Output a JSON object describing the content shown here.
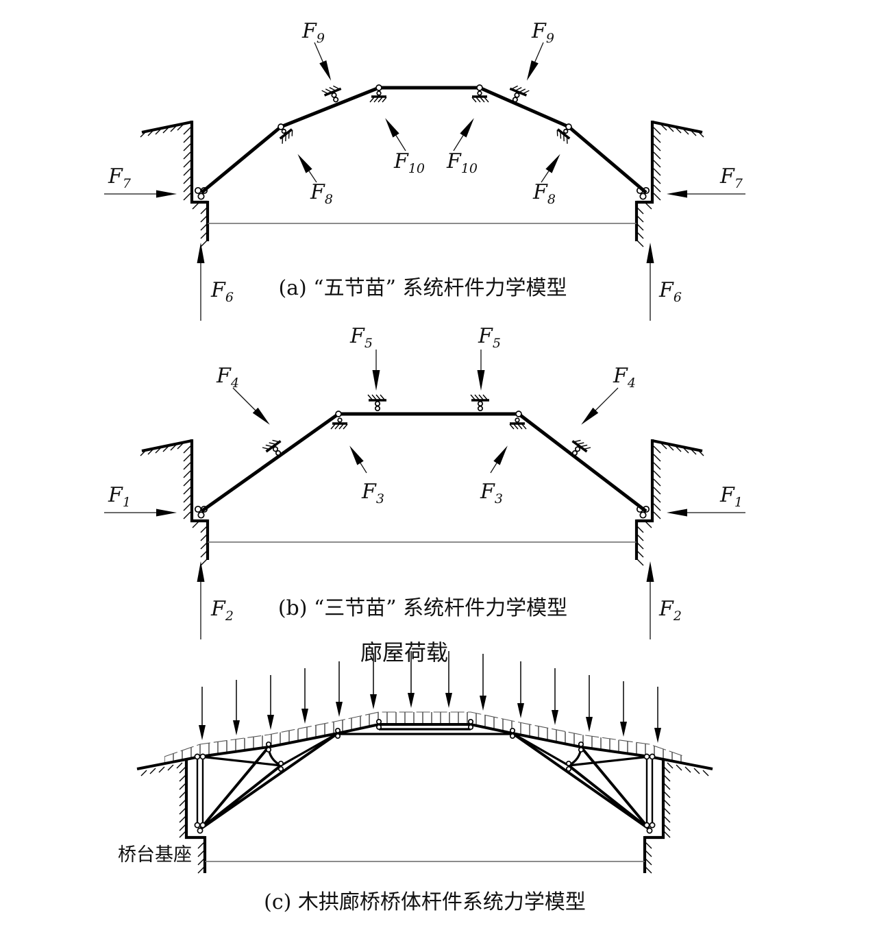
{
  "panel_a": {
    "caption": "(a) “五节苗” 系统杆件力学模型",
    "forces": {
      "F6": {
        "base": "F",
        "sub": "6"
      },
      "F7": {
        "base": "F",
        "sub": "7"
      },
      "F8": {
        "base": "F",
        "sub": "8"
      },
      "F9": {
        "base": "F",
        "sub": "9"
      },
      "F10": {
        "base": "F",
        "sub": "10"
      }
    }
  },
  "panel_b": {
    "caption": "(b) “三节苗” 系统杆件力学模型",
    "forces": {
      "F1": {
        "base": "F",
        "sub": "1"
      },
      "F2": {
        "base": "F",
        "sub": "2"
      },
      "F3": {
        "base": "F",
        "sub": "3"
      },
      "F4": {
        "base": "F",
        "sub": "4"
      },
      "F5": {
        "base": "F",
        "sub": "5"
      }
    }
  },
  "panel_c": {
    "caption": "(c) 木拱廊桥桥体杆件系统力学模型",
    "load_label": "廊屋荷载",
    "abutment_label": "桥台基座"
  },
  "colors": {
    "ink": "#000000",
    "thin_line": "#666666",
    "background": "#ffffff"
  }
}
